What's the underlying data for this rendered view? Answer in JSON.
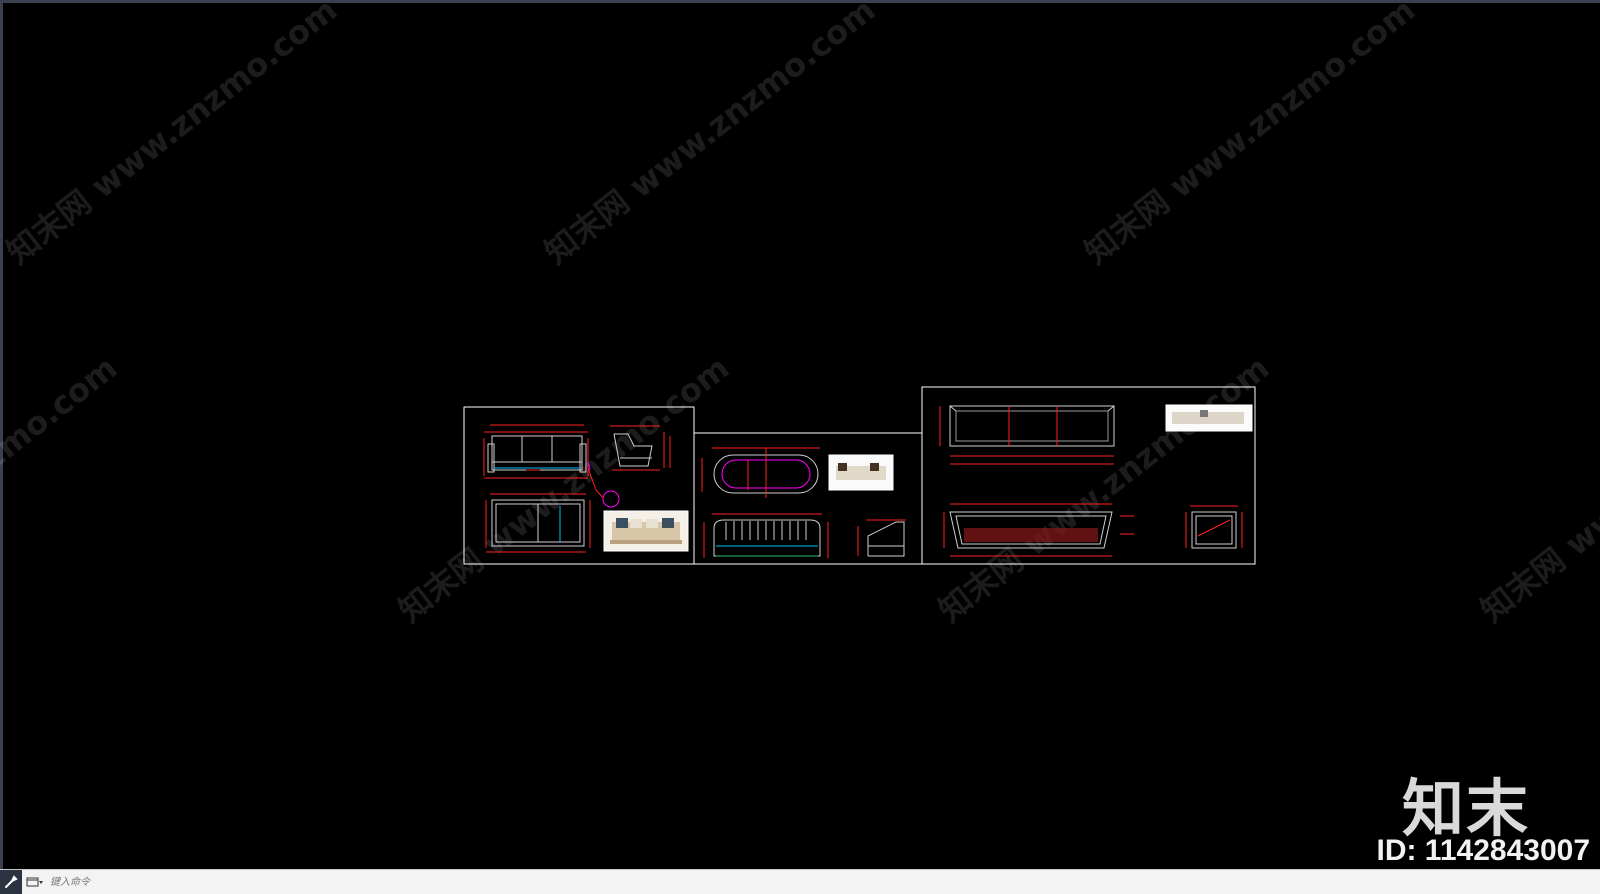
{
  "watermark": {
    "text": "知末网 www.znzmo.com"
  },
  "logo": {
    "brand": "知末",
    "id_text": "ID: 1142843007"
  },
  "command_line": {
    "placeholder": "键入命令"
  },
  "icons": {
    "tool": "wrench-icon",
    "history": "command-history-icon"
  },
  "colors": {
    "background": "#000000",
    "frame": "#ffffff",
    "dimension": "#ff2020",
    "accent": "#ff00ff",
    "cyan": "#00c0ff"
  }
}
